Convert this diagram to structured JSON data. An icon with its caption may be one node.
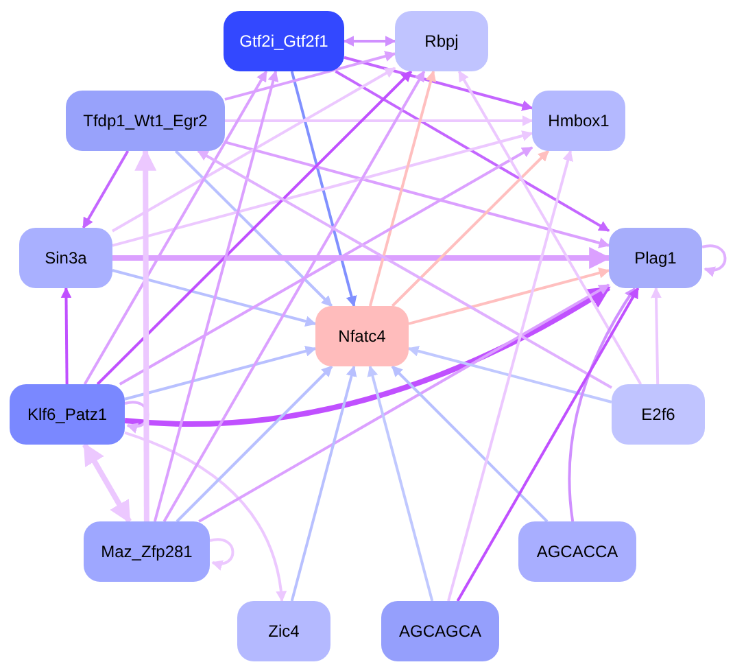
{
  "diagram": {
    "nodes": [
      {
        "text": [
          "Gtf2i_Gtf2f1"
        ]
      },
      {
        "text": [
          "Rbpj"
        ]
      },
      {
        "text": [
          "Tfdp1_Wt1_Egr2"
        ]
      },
      {
        "text": [
          "Hmbox1"
        ]
      },
      {
        "text": [
          "Sin3a"
        ]
      },
      {
        "text": [
          "Plag1"
        ]
      },
      {
        "text": [
          "Nfatc4"
        ]
      },
      {
        "text": [
          "Klf6_Patz1"
        ]
      },
      {
        "text": [
          "E2f6"
        ]
      },
      {
        "text": [
          "Maz_Zfp281"
        ]
      },
      {
        "text": [
          "AGCACCA"
        ]
      },
      {
        "text": [
          "Zic4"
        ]
      },
      {
        "text": [
          "AGCAGCA"
        ]
      }
    ],
    "edges": [
      {
        "from": 0,
        "to": 1,
        "arrow": "to",
        "color": "#d090ff"
      },
      {
        "from": 1,
        "to": 0,
        "arrow": "to",
        "color": "#d090ff"
      },
      {
        "from": 0,
        "to": 6,
        "arrow": "to",
        "color": "#8090ff"
      },
      {
        "from": 0,
        "to": 3,
        "arrow": "to",
        "color": "#c466ff"
      },
      {
        "from": 0,
        "to": 5,
        "arrow": "to",
        "color": "#c466ff"
      },
      {
        "from": 2,
        "to": 1,
        "arrow": "to",
        "color": "#dba0ff"
      },
      {
        "from": 2,
        "to": 3,
        "arrow": "to",
        "color": "#ecc8ff"
      },
      {
        "from": 2,
        "to": 5,
        "arrow": "to",
        "color": "#dba0ff"
      },
      {
        "from": 2,
        "to": 6,
        "arrow": "to",
        "color": "#b8c0ff"
      },
      {
        "from": 2,
        "to": 4,
        "arrow": "to",
        "color": "#c466ff"
      },
      {
        "from": 4,
        "to": 1,
        "arrow": "to",
        "color": "#ecc8ff"
      },
      {
        "from": 4,
        "to": 3,
        "arrow": "to",
        "color": "#ecc8ff"
      },
      {
        "from": 4,
        "to": 5,
        "arrow": "to",
        "style": "thick",
        "color": "#dba0ff"
      },
      {
        "from": 4,
        "to": 6,
        "arrow": "to",
        "color": "#b8c0ff"
      },
      {
        "from": 6,
        "to": 1,
        "arrow": "to",
        "color": "#ffbfbf"
      },
      {
        "from": 6,
        "to": 3,
        "arrow": "to",
        "color": "#ffbfbf"
      },
      {
        "from": 6,
        "to": 5,
        "arrow": "to",
        "color": "#ffbfbf"
      },
      {
        "from": 7,
        "to": 4,
        "arrow": "to",
        "color": "#c050ff"
      },
      {
        "from": 7,
        "to": 1,
        "arrow": "to",
        "color": "#c050ff"
      },
      {
        "from": 7,
        "to": 6,
        "arrow": "to",
        "color": "#b8c0ff"
      },
      {
        "from": 7,
        "to": 5,
        "arrow": "to",
        "style": "thick",
        "color": "#c050ff"
      },
      {
        "from": 7,
        "to": 9,
        "arrow": "both",
        "style": "thick",
        "color": "#ecc8ff"
      },
      {
        "from": 7,
        "to": 7,
        "arrow": "to",
        "color": "#e0b0ff"
      },
      {
        "from": 7,
        "to": 3,
        "arrow": "to",
        "color": "#dba0ff"
      },
      {
        "from": 7,
        "to": 0,
        "arrow": "to",
        "color": "#dba0ff"
      },
      {
        "from": 7,
        "to": 11,
        "arrow": "to",
        "color": "#ecc8ff"
      },
      {
        "from": 9,
        "to": 2,
        "arrow": "to",
        "style": "thick",
        "color": "#ecc8ff"
      },
      {
        "from": 9,
        "to": 0,
        "arrow": "to",
        "color": "#dba0ff"
      },
      {
        "from": 9,
        "to": 1,
        "arrow": "to",
        "color": "#dba0ff"
      },
      {
        "from": 9,
        "to": 6,
        "arrow": "to",
        "color": "#b8c0ff"
      },
      {
        "from": 9,
        "to": 5,
        "arrow": "to",
        "color": "#dba0ff"
      },
      {
        "from": 9,
        "to": 9,
        "arrow": "to",
        "color": "#ecc8ff"
      },
      {
        "from": 8,
        "to": 6,
        "arrow": "to",
        "color": "#c0c8ff"
      },
      {
        "from": 8,
        "to": 1,
        "arrow": "to",
        "color": "#ecc8ff"
      },
      {
        "from": 8,
        "to": 5,
        "arrow": "to",
        "color": "#ecc8ff"
      },
      {
        "from": 8,
        "to": 2,
        "arrow": "to",
        "color": "#e0b0ff"
      },
      {
        "from": 10,
        "to": 6,
        "arrow": "to",
        "color": "#b8c0ff"
      },
      {
        "from": 10,
        "to": 5,
        "arrow": "to",
        "color": "#d090ff"
      },
      {
        "from": 11,
        "to": 6,
        "arrow": "to",
        "color": "#b8c0ff"
      },
      {
        "from": 12,
        "to": 6,
        "arrow": "to",
        "color": "#c0c8ff"
      },
      {
        "from": 12,
        "to": 5,
        "arrow": "to",
        "color": "#c050ff"
      },
      {
        "from": 12,
        "to": 3,
        "arrow": "to",
        "color": "#ecc8ff"
      },
      {
        "from": 5,
        "to": 5,
        "arrow": "to",
        "color": "#e0b0ff"
      }
    ]
  }
}
